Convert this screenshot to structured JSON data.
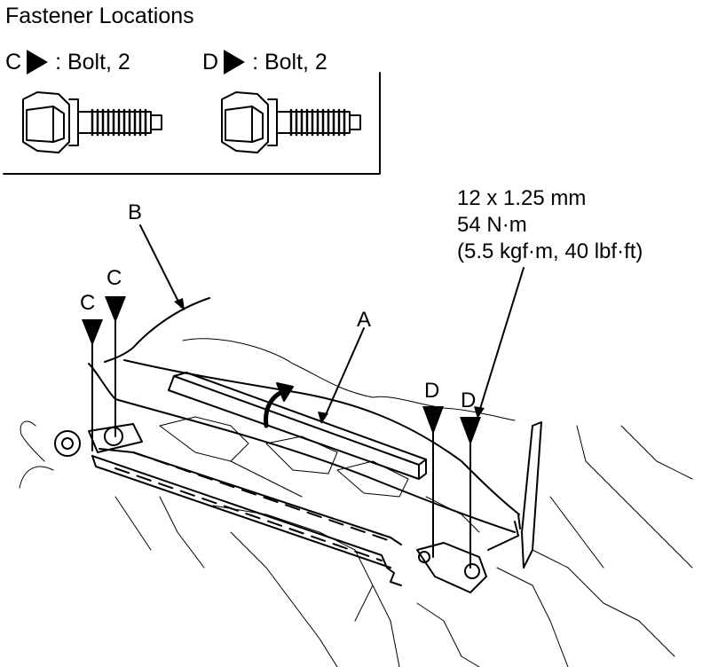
{
  "legend": {
    "title": "Fastener Locations",
    "items": [
      {
        "letter": "C",
        "text": ": Bolt, 2"
      },
      {
        "letter": "D",
        "text": ": Bolt, 2"
      }
    ]
  },
  "spec": {
    "line1": "12 x 1.25 mm",
    "line2": "54 N·m",
    "line3": "(5.5 kgf·m, 40 lbf·ft)"
  },
  "callouts": {
    "a": "A",
    "b": "B",
    "c1": "C",
    "c2": "C",
    "d1": "D",
    "d2": "D"
  }
}
